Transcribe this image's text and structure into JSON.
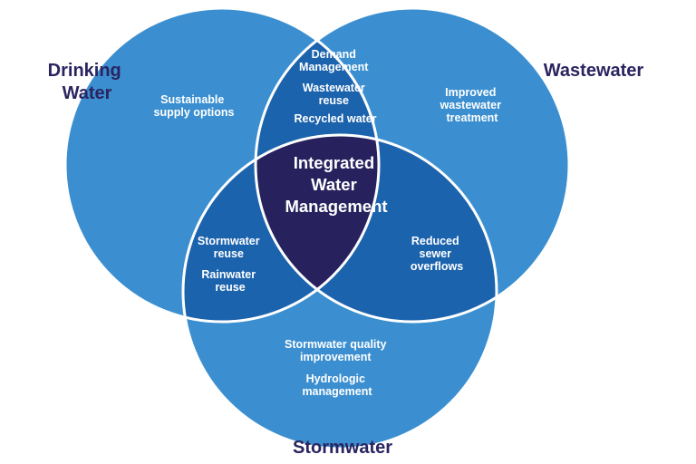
{
  "colors": {
    "circle": "#3b8fd0",
    "pair_overlap": "#1c63ad",
    "center": "#27225e",
    "outline": "#ffffff",
    "label": "#2a2460",
    "text": "#ffffff"
  },
  "circles": {
    "drinking": {
      "title_line1": "Drinking",
      "title_line2": "Water",
      "region": [
        "Sustainable",
        "supply options"
      ]
    },
    "wastewater": {
      "title": "Wastewater",
      "region": [
        "Improved",
        "wastewater",
        "treatment"
      ]
    },
    "stormwater": {
      "title": "Stormwater",
      "region": [
        "Stormwater quality",
        "improvement",
        "Hydrologic",
        "management"
      ]
    }
  },
  "overlaps": {
    "drinking_wastewater": [
      "Demand",
      "Management",
      "Wastewater",
      "reuse",
      "Recycled water"
    ],
    "drinking_stormwater": [
      "Stormwater",
      "reuse",
      "Rainwater",
      "reuse"
    ],
    "wastewater_stormwater": [
      "Reduced",
      "sewer",
      "overflows"
    ],
    "center": [
      "Integrated",
      "Water",
      "Management"
    ]
  }
}
